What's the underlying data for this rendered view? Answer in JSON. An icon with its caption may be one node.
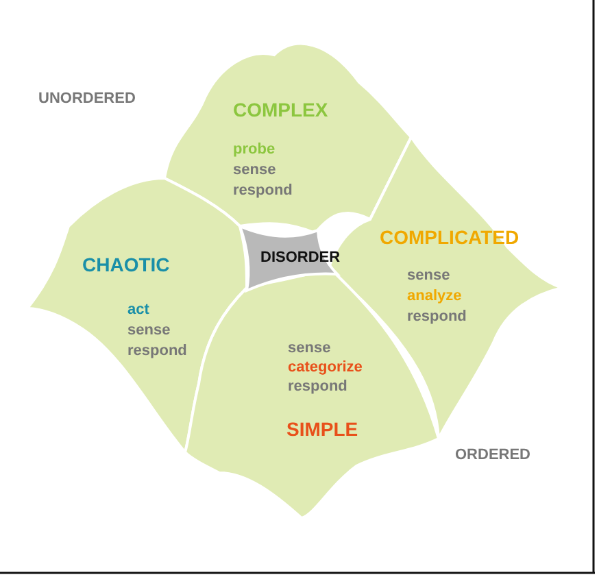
{
  "diagram": {
    "nodes": [
      {
        "text": [
          "COMPLEX",
          "probe",
          "sense",
          "respond"
        ]
      },
      {
        "text": [
          "COMPLICATED",
          "sense",
          "analyze",
          "respond"
        ]
      },
      {
        "text": [
          "CHAOTIC",
          "act",
          "sense",
          "respond"
        ]
      },
      {
        "text": [
          "sense",
          "categorize",
          "respond",
          "SIMPLE"
        ]
      },
      {
        "text": [
          "DISORDER"
        ]
      }
    ],
    "labels": [
      "UNORDERED",
      "ORDERED"
    ]
  }
}
